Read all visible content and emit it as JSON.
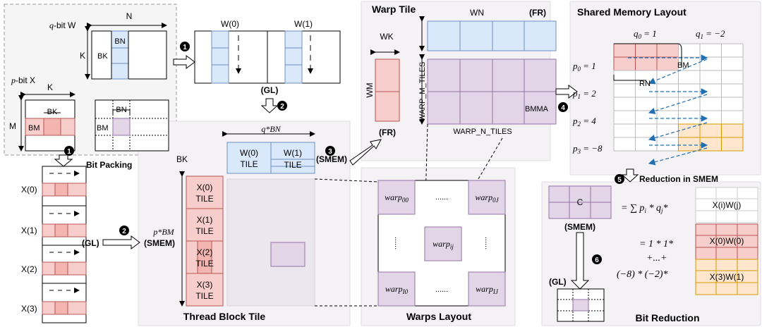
{
  "input": {
    "n_label": "N",
    "w_label_prefix": "q",
    "w_label_suffix": "-bit W",
    "k_label": "K",
    "bn_label": "BN",
    "bk_label": "BK",
    "x_label_prefix": "p",
    "x_label_suffix": "-bit X",
    "k2_label": "K",
    "m_label": "M",
    "bk2_label": "BK",
    "bm_label": "BM",
    "bn2_label": "BN",
    "bm2_label": "BM"
  },
  "bit_packing": {
    "label": "Bit Packing",
    "x0": "X(0)",
    "x1": "X(1)",
    "x2": "X(2)",
    "x3": "X(3)",
    "gl_label": "(GL)"
  },
  "global_w": {
    "w0": "W(0)",
    "w1": "W(1)",
    "gl_label": "(GL)"
  },
  "thread_block": {
    "title": "Thread Block Tile",
    "qbn": "q*BN",
    "bk": "BK",
    "pbm": "p*BM",
    "smem": "(SMEM)",
    "smem2": "(SMEM)",
    "w0_tile": "W(0)",
    "w1_tile": "W(1)",
    "tile_word": "TILE",
    "x0": "X(0)",
    "x1": "X(1)",
    "x2": "X(2)",
    "x3": "X(3)"
  },
  "warp_tile": {
    "title": "Warp Tile",
    "wn": "WN",
    "fr_top": "(FR)",
    "wk": "WK",
    "wm": "WM",
    "fr_bottom": "(FR)",
    "warp_m_tiles": "WARP_M_TILES",
    "warp_n_tiles": "WARP_N_TILES",
    "bmma": "BMMA"
  },
  "warps_layout": {
    "title": "Warps Layout",
    "warp": "warp",
    "sub_00": "00",
    "sub_0J": "0J",
    "sub_ij": "ij",
    "sub_I0": "I0",
    "sub_IJ": "IJ",
    "dots": "......",
    "vdots": "......"
  },
  "shared_memory": {
    "title": "Shared Memory Layout",
    "q0": "q",
    "q0_sub": "0",
    "q0_val": " = 1",
    "q1": "q",
    "q1_sub": "1",
    "q1_val": " = −2",
    "p_rows": [
      {
        "sub": "0",
        "val": " = 1"
      },
      {
        "sub": "1",
        "val": " = 2"
      },
      {
        "sub": "2",
        "val": " = 4"
      },
      {
        "sub": "3",
        "val": " = −8"
      }
    ],
    "p": "p",
    "bm": "BM",
    "rn": "RN"
  },
  "reduction": {
    "step_label": "Reduction in SMEM",
    "c_label": "C",
    "smem": "(SMEM)",
    "eq": "= ∑ p",
    "eq_i": "i",
    "eq_mid": " * q",
    "eq_j": "j",
    "eq_end": "*",
    "xw": "X(i)W(j)",
    "line2": "= 1 * 1*",
    "line3": "+...+",
    "line4": "(−8) * (−2)*",
    "x0w0": "X(0)W(0)",
    "x3w1": "X(3)W(1)",
    "gl_label": "(GL)",
    "title": "Bit Reduction"
  },
  "steps": [
    "1",
    "2",
    "3",
    "4",
    "5",
    "6"
  ],
  "colors": {
    "blue_fill": "#dae8fc",
    "blue_stroke": "#6c8ebf",
    "red_fill": "#f8cecc",
    "red_stroke": "#b85450",
    "purple_fill": "#e1d5e7",
    "purple_stroke": "#9673a6",
    "orange_fill": "#ffe6cc",
    "orange_stroke": "#d79b00",
    "arrow_blue": "#1f6fb2",
    "panel_bg": "#f5f5f5"
  }
}
